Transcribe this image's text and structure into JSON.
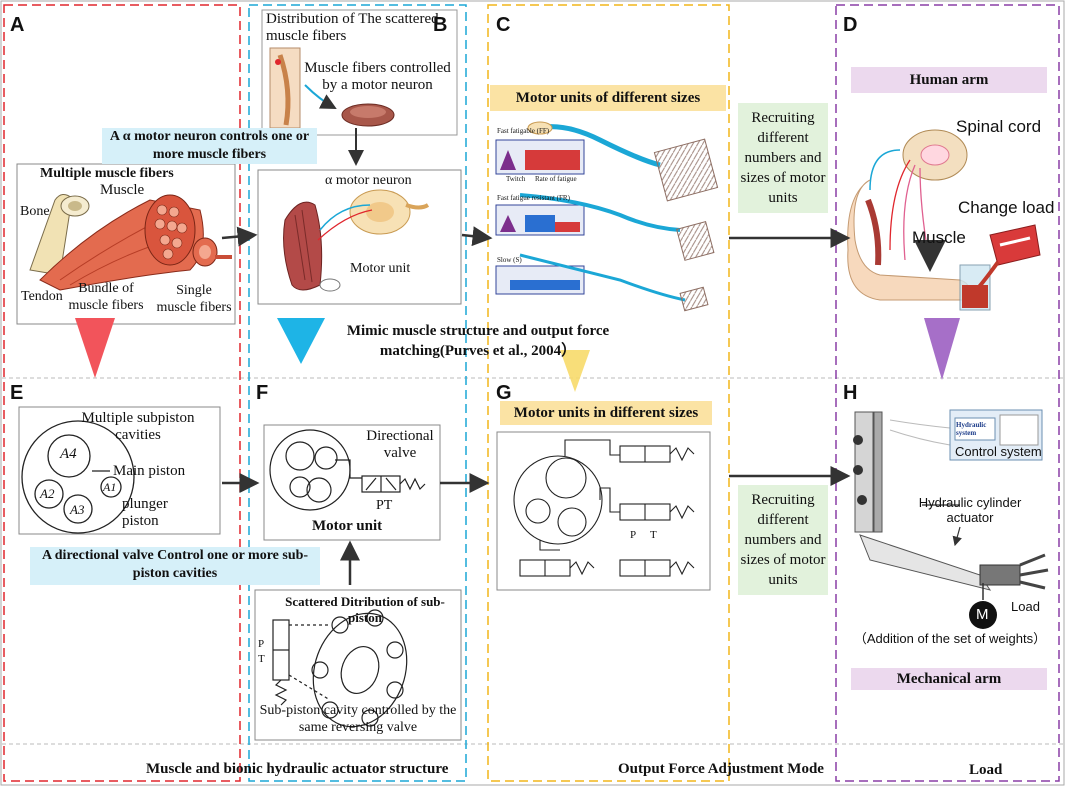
{
  "panels": {
    "A": "A",
    "B": "B",
    "C": "C",
    "D": "D",
    "E": "E",
    "F": "F",
    "G": "G",
    "H": "H"
  },
  "panel_a": {
    "title": "Multiple muscle fibers",
    "muscle": "Muscle",
    "bone": "Bone",
    "tendon": "Tendon",
    "bundle": "Bundle  of muscle fibers",
    "single": "Single muscle fibers"
  },
  "a_alpha_banner": "A α motor neuron controls one or more muscle fibers",
  "panel_b": {
    "distribution": "Distribution of The scattered muscle fibers",
    "controlled": "Muscle fibers controlled by a motor neuron",
    "alpha": "α motor neuron",
    "motor_unit": "Motor unit"
  },
  "panel_c": {
    "banner": "Motor units of different sizes",
    "ff": "Fast fatigable (FF)",
    "fr": "Fast fatigue resistant (FR)",
    "s": "Slow (S)",
    "twitch": "Twitch",
    "rate": "Rate of fatigue"
  },
  "recruit_text": "Recruiting different numbers and sizes of motor units",
  "panel_d": {
    "banner": "Human arm",
    "spinal": "Spinal cord",
    "change_load": "Change load",
    "muscle": "Muscle"
  },
  "mimic_text": "Mimic muscle structure and output force matching(Purves et al., 2004）",
  "panel_e": {
    "cavities": "Multiple subpiston cavities",
    "a4": "A4",
    "a2": "A2",
    "a3": "A3",
    "a1": "A1",
    "main": "Main piston",
    "plunger": "plunger piston"
  },
  "directional_banner": "A directional valve Control one or more sub-piston cavities",
  "panel_f": {
    "valve": "Directional valve",
    "pt": "PT",
    "motor_unit": "Motor unit",
    "scattered": "Scattered Ditribution of sub-piston",
    "sub_cavity": "Sub-piston cavity controlled by the same reversing valve",
    "p": "P",
    "t": "T"
  },
  "panel_g": {
    "banner": "Motor units in different sizes",
    "p": "P",
    "t": "T",
    "pt": "PT"
  },
  "panel_h": {
    "hydraulic_system": "Hydraulic system",
    "control_system": "Control system",
    "cylinder": "Hydraulic cylinder actuator",
    "m": "M",
    "load": "Load",
    "weights": "（Addition of the set of weights）",
    "banner": "Mechanical arm"
  },
  "footer": {
    "structure": "Muscle and bionic hydraulic actuator structure",
    "mode": "Output Force Adjustment Mode",
    "load": "Load"
  },
  "colors": {
    "red": "#e0262d",
    "cyan": "#1ba7d6",
    "yellow": "#f2b51a",
    "purple": "#8a3fa6",
    "banner_yellow": "#fbe3a4",
    "banner_pink": "#ecd9ee",
    "banner_green": "#e2f2dc",
    "banner_cyan": "#d6f0f9"
  }
}
